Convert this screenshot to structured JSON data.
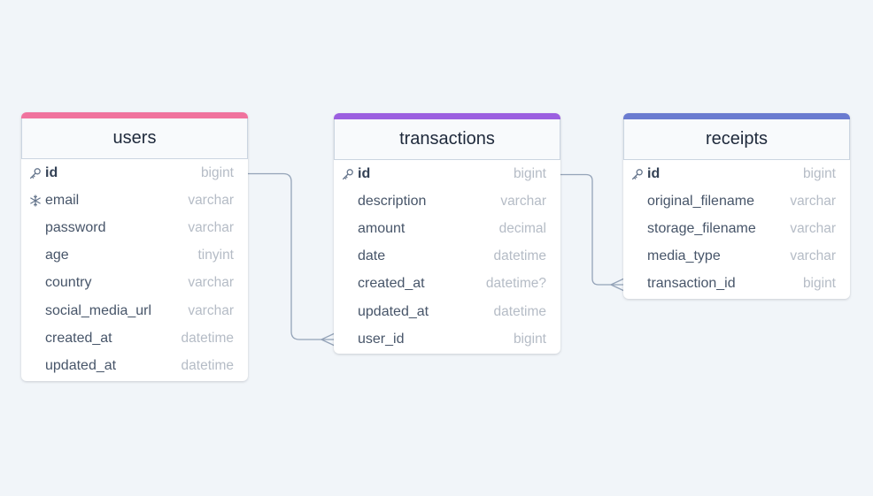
{
  "diagram": {
    "colors": {
      "background": "#f1f5f9",
      "users_accent": "#f0739e",
      "transactions_accent": "#9b5fe0",
      "receipts_accent": "#6a7bd0",
      "connector": "#94a3b8"
    },
    "tables": {
      "users": {
        "title": "users",
        "fields": [
          {
            "name": "id",
            "type": "bigint",
            "icon": "key-icon"
          },
          {
            "name": "email",
            "type": "varchar",
            "icon": "snowflake-icon"
          },
          {
            "name": "password",
            "type": "varchar",
            "icon": ""
          },
          {
            "name": "age",
            "type": "tinyint",
            "icon": ""
          },
          {
            "name": "country",
            "type": "varchar",
            "icon": ""
          },
          {
            "name": "social_media_url",
            "type": "varchar",
            "icon": ""
          },
          {
            "name": "created_at",
            "type": "datetime",
            "icon": ""
          },
          {
            "name": "updated_at",
            "type": "datetime",
            "icon": ""
          }
        ]
      },
      "transactions": {
        "title": "transactions",
        "fields": [
          {
            "name": "id",
            "type": "bigint",
            "icon": "key-icon"
          },
          {
            "name": "description",
            "type": "varchar",
            "icon": ""
          },
          {
            "name": "amount",
            "type": "decimal",
            "icon": ""
          },
          {
            "name": "date",
            "type": "datetime",
            "icon": ""
          },
          {
            "name": "created_at",
            "type": "datetime?",
            "icon": ""
          },
          {
            "name": "updated_at",
            "type": "datetime",
            "icon": ""
          },
          {
            "name": "user_id",
            "type": "bigint",
            "icon": ""
          }
        ]
      },
      "receipts": {
        "title": "receipts",
        "fields": [
          {
            "name": "id",
            "type": "bigint",
            "icon": "key-icon"
          },
          {
            "name": "original_filename",
            "type": "varchar",
            "icon": ""
          },
          {
            "name": "storage_filename",
            "type": "varchar",
            "icon": ""
          },
          {
            "name": "media_type",
            "type": "varchar",
            "icon": ""
          },
          {
            "name": "transaction_id",
            "type": "bigint",
            "icon": ""
          }
        ]
      }
    }
  }
}
